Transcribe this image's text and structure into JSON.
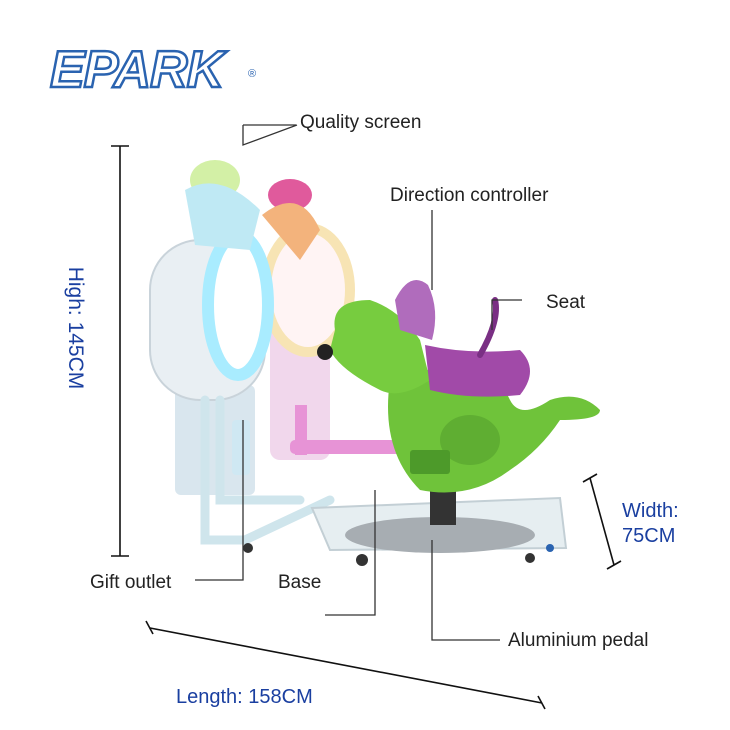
{
  "brand": {
    "logo_text": "EPARK",
    "logo_reg_mark": "®",
    "logo_color": "#2a63b0"
  },
  "callouts": {
    "quality_screen": "Quality screen",
    "direction_controller": "Direction controller",
    "seat": "Seat",
    "gift_outlet": "Gift outlet",
    "base": "Base",
    "aluminium_pedal": "Aluminium pedal"
  },
  "dimensions": {
    "high": "High:  145CM",
    "width_line1": "Width:",
    "width_line2": "75CM",
    "length": "Length:  158CM",
    "color": "#1a3fa0"
  },
  "product": {
    "body_color": "#6fc33a",
    "seat_color": "#a14aa8",
    "ring_color": "#9fe4ff",
    "frame_color": "#e8eef2"
  }
}
